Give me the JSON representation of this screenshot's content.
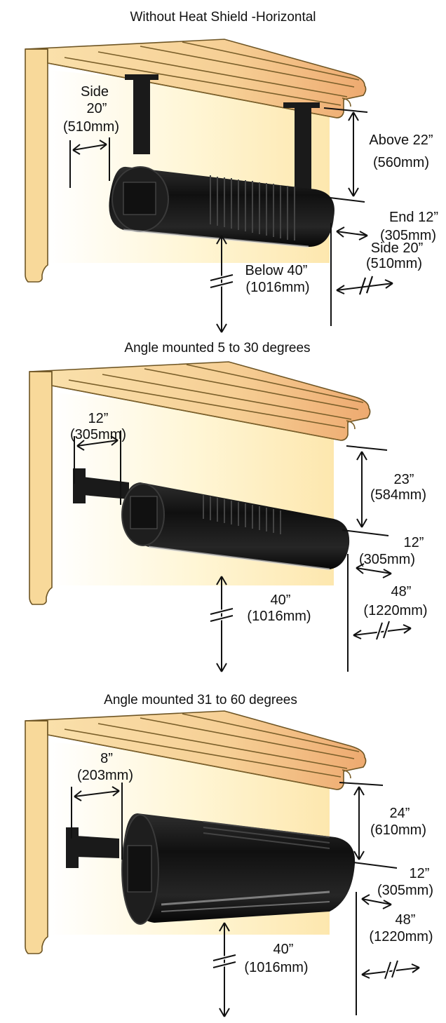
{
  "sections": [
    {
      "title": "Without Heat Shield -Horizontal",
      "labels": {
        "side_left": [
          "Side",
          "20”",
          "(510mm)"
        ],
        "above": [
          "Above 22”",
          "(560mm)"
        ],
        "end": [
          "End 12”",
          "(305mm)"
        ],
        "side_right": [
          "Side 20”",
          "(510mm)"
        ],
        "below": [
          "Below 40”",
          "(1016mm)"
        ]
      }
    },
    {
      "title": "Angle mounted 5 to 30 degrees",
      "labels": {
        "side_left": [
          "12”",
          "(305mm)"
        ],
        "above": [
          "23”",
          "(584mm)"
        ],
        "end": [
          "12”",
          "(305mm)"
        ],
        "side_right": [
          "48”",
          "(1220mm)"
        ],
        "below": [
          "40”",
          "(1016mm)"
        ]
      }
    },
    {
      "title": "Angle mounted 31 to 60 degrees",
      "labels": {
        "side_left": [
          "8”",
          "(203mm)"
        ],
        "above": [
          "24”",
          "(610mm)"
        ],
        "end": [
          "12”",
          "(305mm)"
        ],
        "side_right": [
          "48”",
          "(1220mm)"
        ],
        "below": [
          "40”",
          "(1016mm)"
        ]
      }
    }
  ],
  "colors": {
    "wood_light": "#f8d99a",
    "wood_mid": "#f3c27e",
    "wood_dark": "#eda36a",
    "heater": "#1c1c1c",
    "glow": "#fff3c8",
    "line": "#111111"
  }
}
